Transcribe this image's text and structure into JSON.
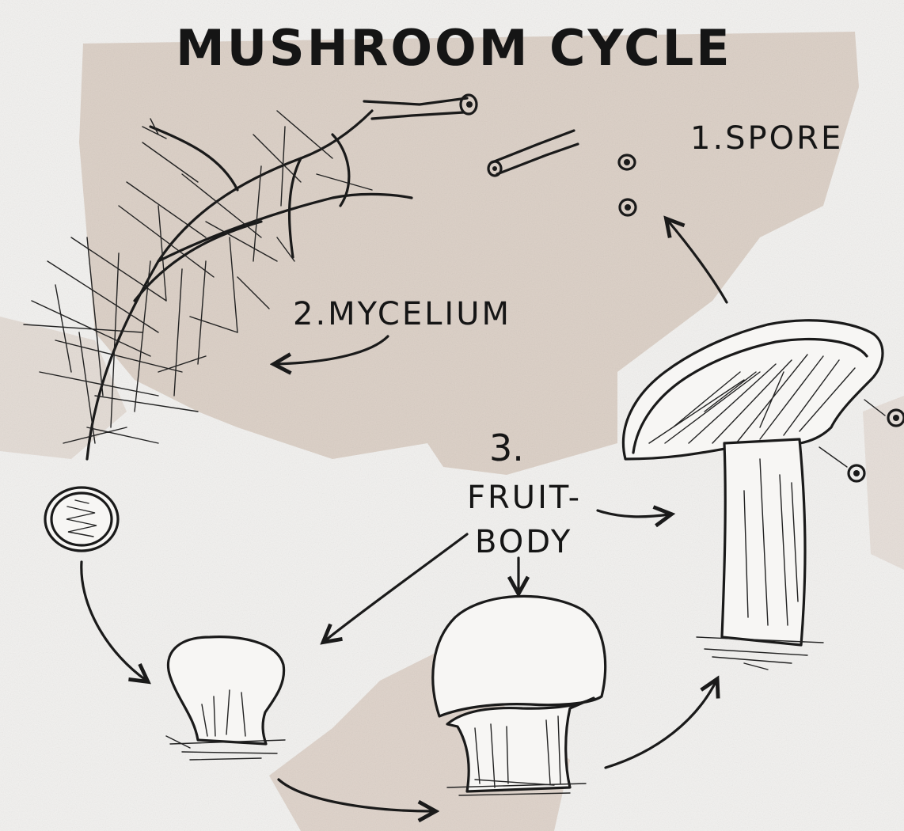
{
  "title": "MUSHROOM CYCLE",
  "stages": {
    "spore": "1.SPORE",
    "mycelium": "2.MYCELIUM",
    "fruitbody_number": "3.",
    "fruitbody_line1": "FRUIT-",
    "fruitbody_line2": "BODY"
  },
  "colors": {
    "ink": "#1a1a1a",
    "paper": "#f2f1ef",
    "stain": "#c9b3a3"
  },
  "icons": [
    "twig-icon",
    "spore-icon",
    "mycelium-icon",
    "mushroom-icon",
    "arrow-icon"
  ]
}
